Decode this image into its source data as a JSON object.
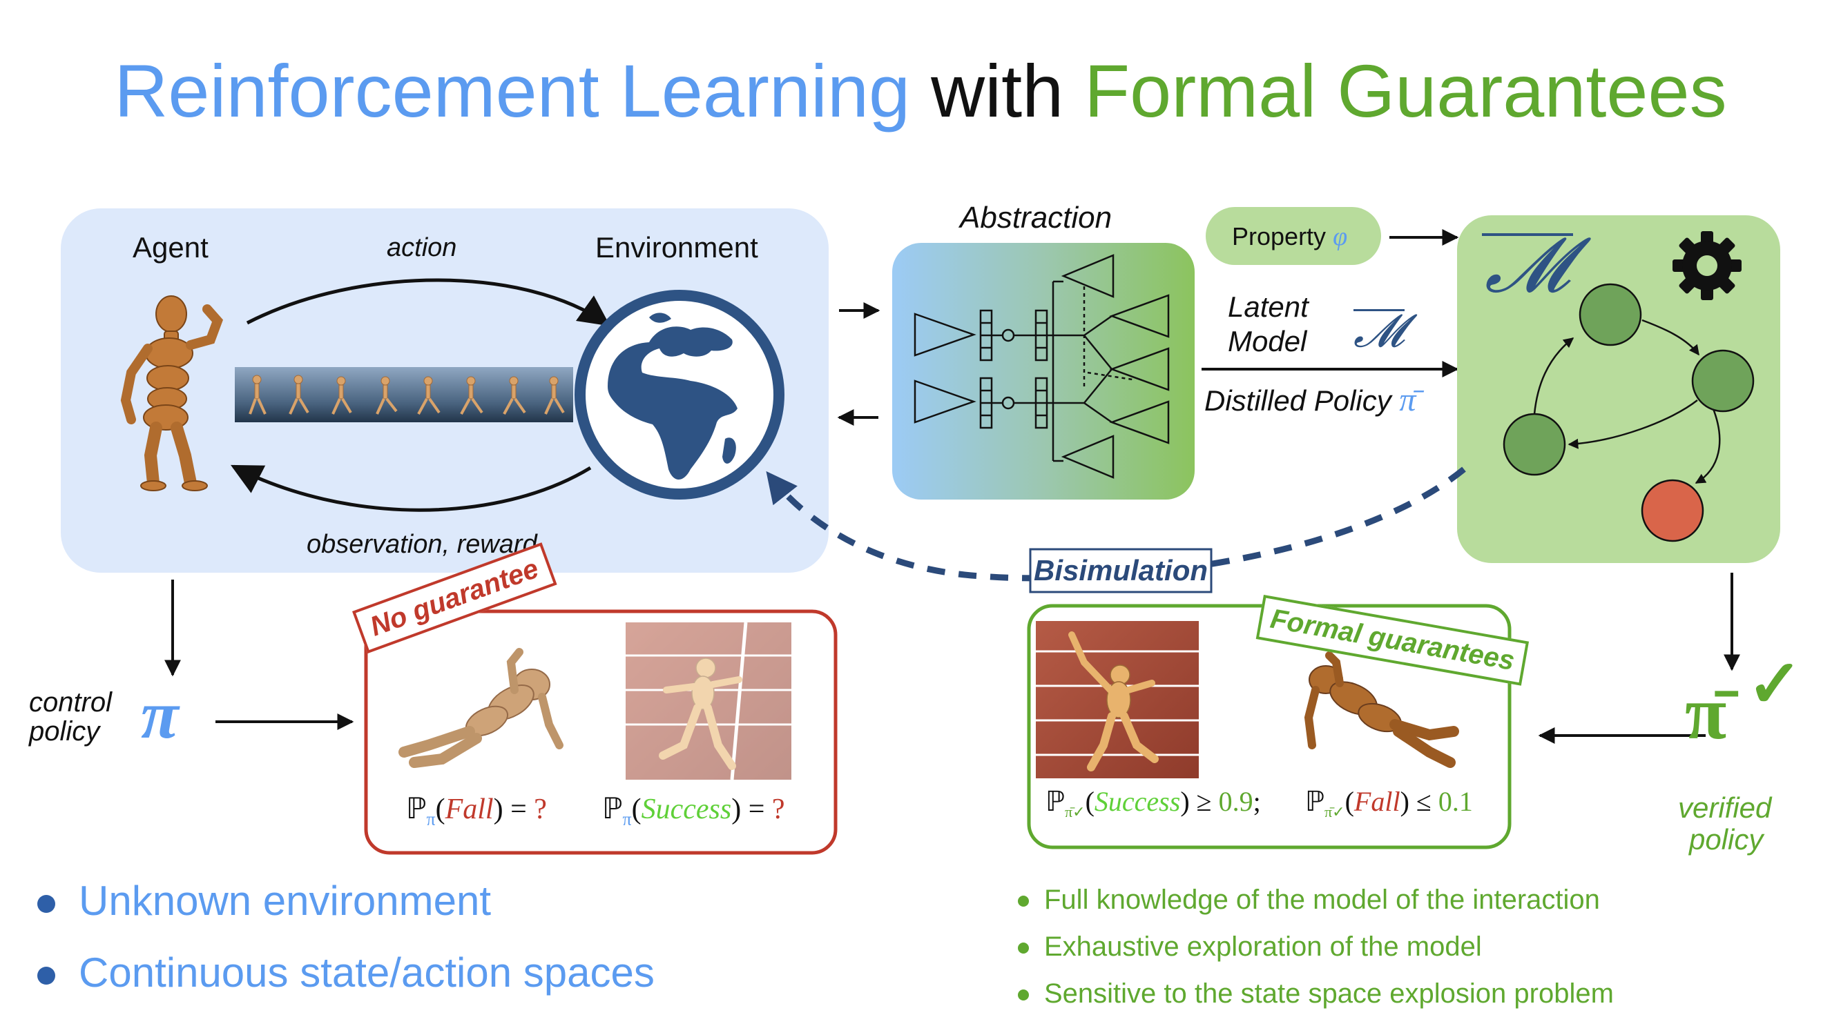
{
  "title": {
    "part1": "Reinforcement Learning",
    "part2": " with ",
    "part3": "Formal Guarantees"
  },
  "rl_loop": {
    "agent_label": "Agent",
    "environment_label": "Environment",
    "action_label": "action",
    "observation_label": "observation, reward"
  },
  "abstraction": {
    "label": "Abstraction"
  },
  "property": {
    "text": "Property ",
    "symbol": "φ"
  },
  "latent": {
    "line1": "Latent",
    "line2": "Model",
    "symbol": "𝓜",
    "distilled_label": "Distilled Policy ",
    "distilled_symbol": "π̄"
  },
  "model_box": {
    "symbol": "𝓜"
  },
  "bisimulation": {
    "label": "Bisimulation"
  },
  "control_policy": {
    "line1": "control",
    "line2": "policy",
    "symbol": "π"
  },
  "no_guarantee": {
    "tag": "No guarantee",
    "formula_fall": {
      "prefix": "ℙ",
      "sub": "π",
      "event": "Fall",
      "suffix": ") = ",
      "value": "?"
    },
    "formula_success": {
      "prefix": "ℙ",
      "sub": "π",
      "event": "Success",
      "suffix": ") = ",
      "value": "?"
    }
  },
  "formal_guarantees": {
    "tag": "Formal guarantees",
    "formula_success": {
      "prefix": "ℙ",
      "sub": "π̄✓",
      "event": "Success",
      "relation": ") ≥ ",
      "value": "0.9",
      "sep": ";"
    },
    "formula_fall": {
      "prefix": "ℙ",
      "sub": "π̄✓",
      "event": "Fall",
      "relation": ") ≤ ",
      "value": "0.1"
    }
  },
  "verified_policy": {
    "symbol": "π̄",
    "check": "✓",
    "line1": "verified",
    "line2": "policy"
  },
  "bullets_left": [
    "Unknown environment",
    "Continuous state/action spaces"
  ],
  "bullets_right": [
    "Full knowledge of the model of the interaction",
    "Exhaustive exploration of the model",
    "Sensitive to the state space explosion problem"
  ],
  "colors": {
    "rl_blue": "#5b9bf0",
    "formal_green": "#5fa82f",
    "loop_bg": "#dde9fb",
    "model_bg": "#b8dc9c",
    "no_guarantee_red": "#c0392b",
    "bisim_navy": "#2b4a7a",
    "node_green": "#6fa35a",
    "node_red": "#d9654a"
  },
  "icons": {
    "agent": "wooden-mannequin-icon",
    "environment": "globe-icon",
    "settings": "gear-icon",
    "check": "checkmark-icon"
  }
}
